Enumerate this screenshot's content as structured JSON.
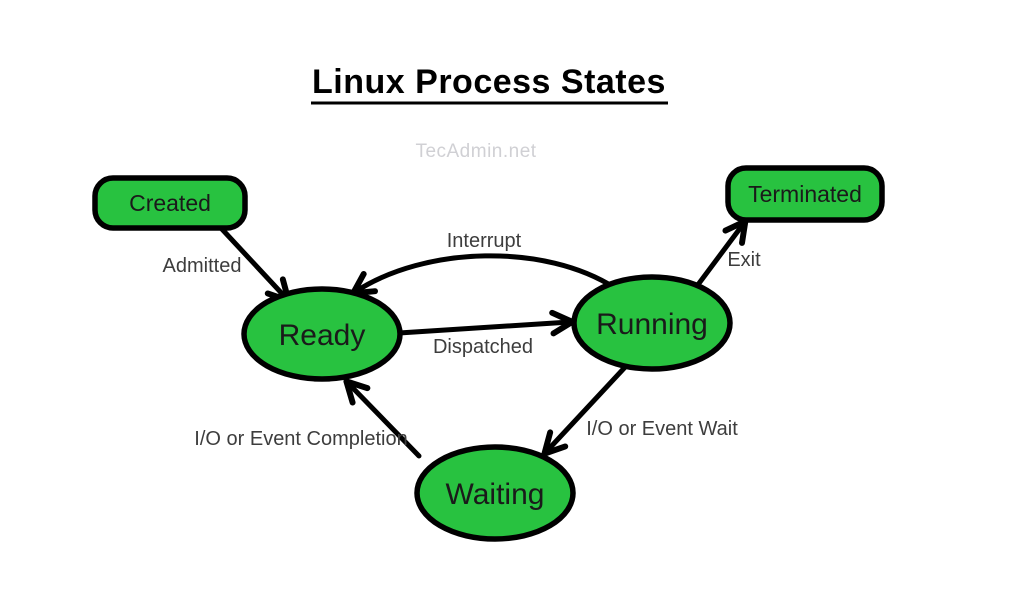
{
  "title": "Linux Process States",
  "watermark": "TecAdmin.net",
  "diagram": {
    "type": "state-diagram",
    "nodes": [
      {
        "id": "created",
        "label": "Created",
        "shape": "rounded-rectangle"
      },
      {
        "id": "ready",
        "label": "Ready",
        "shape": "ellipse"
      },
      {
        "id": "running",
        "label": "Running",
        "shape": "ellipse"
      },
      {
        "id": "waiting",
        "label": "Waiting",
        "shape": "ellipse"
      },
      {
        "id": "terminated",
        "label": "Terminated",
        "shape": "rounded-rectangle"
      }
    ],
    "edges": [
      {
        "from": "created",
        "to": "ready",
        "label": "Admitted"
      },
      {
        "from": "ready",
        "to": "running",
        "label": "Dispatched"
      },
      {
        "from": "running",
        "to": "ready",
        "label": "Interrupt"
      },
      {
        "from": "running",
        "to": "terminated",
        "label": "Exit"
      },
      {
        "from": "running",
        "to": "waiting",
        "label": "I/O or Event Wait"
      },
      {
        "from": "waiting",
        "to": "ready",
        "label": "I/O or Event Completion"
      }
    ],
    "colors": {
      "node_fill": "#28c240",
      "node_stroke": "#000000",
      "edge": "#000000",
      "edge_label": "#3d3d3d",
      "node_label": "#1a1a1a",
      "title": "#000000",
      "watermark": "#d0d0d4",
      "background": "#ffffff"
    }
  }
}
